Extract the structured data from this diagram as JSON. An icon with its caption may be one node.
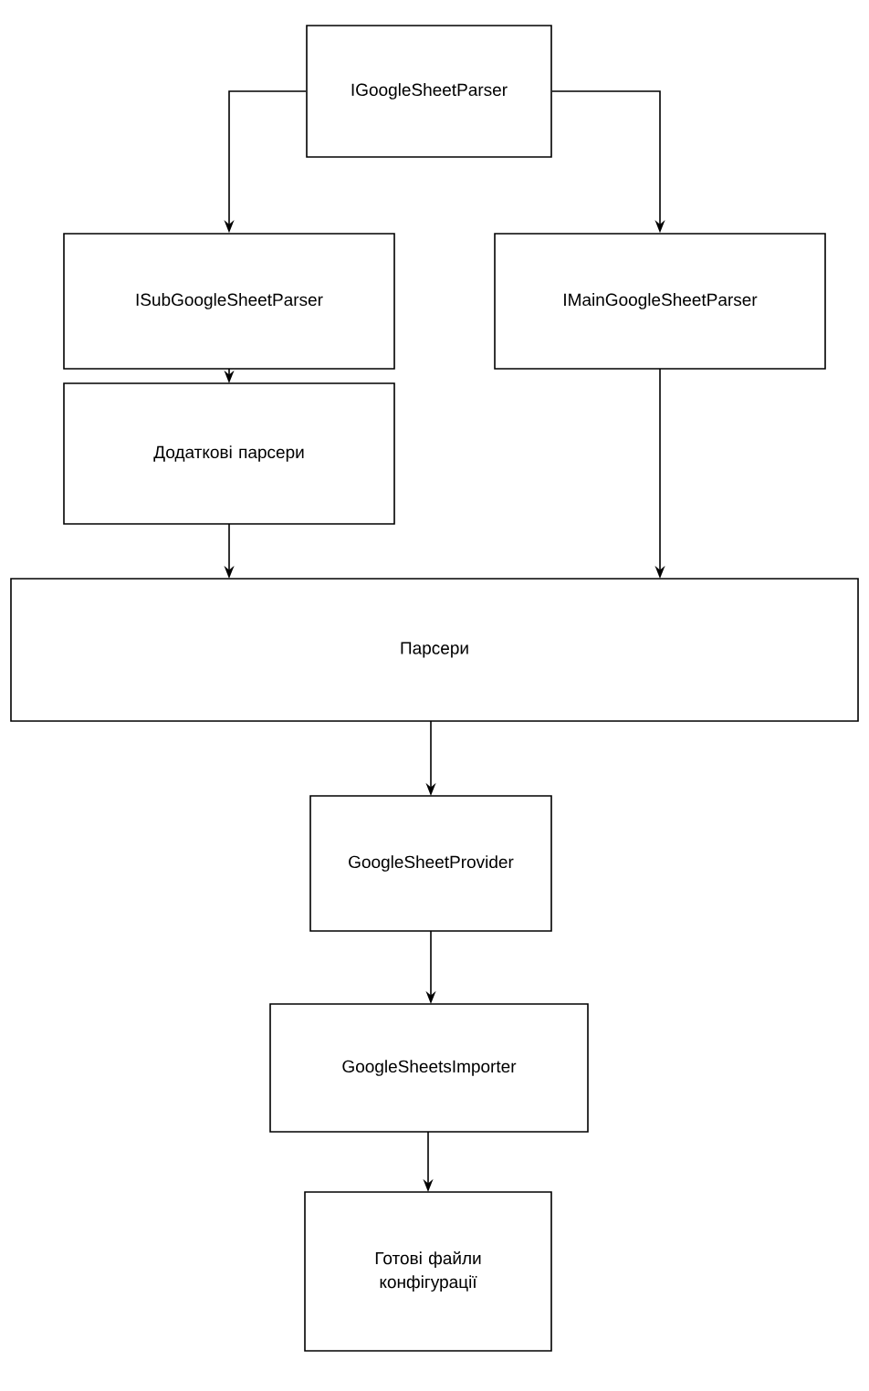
{
  "diagram": {
    "nodes": [
      {
        "text": [
          "IGoogleSheetParser"
        ]
      },
      {
        "text": [
          "ISubGoogleSheetParser"
        ]
      },
      {
        "text": [
          "IMainGoogleSheetParser"
        ]
      },
      {
        "text": [
          "Додаткові парсери"
        ]
      },
      {
        "text": [
          "Парсери"
        ]
      },
      {
        "text": [
          "GoogleSheetProvider"
        ]
      },
      {
        "text": [
          "GoogleSheetsImporter"
        ]
      },
      {
        "text": [
          "Готові файли конфігурації"
        ]
      }
    ],
    "edges": [
      {
        "from": 0,
        "to": 1,
        "arrow": "to"
      },
      {
        "from": 0,
        "to": 2,
        "arrow": "to"
      },
      {
        "from": 1,
        "to": 3,
        "arrow": "to"
      },
      {
        "from": 3,
        "to": 4,
        "arrow": "to"
      },
      {
        "from": 2,
        "to": 4,
        "arrow": "to"
      },
      {
        "from": 4,
        "to": 5,
        "arrow": "to"
      },
      {
        "from": 5,
        "to": 6,
        "arrow": "to"
      },
      {
        "from": 6,
        "to": 7,
        "arrow": "to"
      }
    ]
  }
}
